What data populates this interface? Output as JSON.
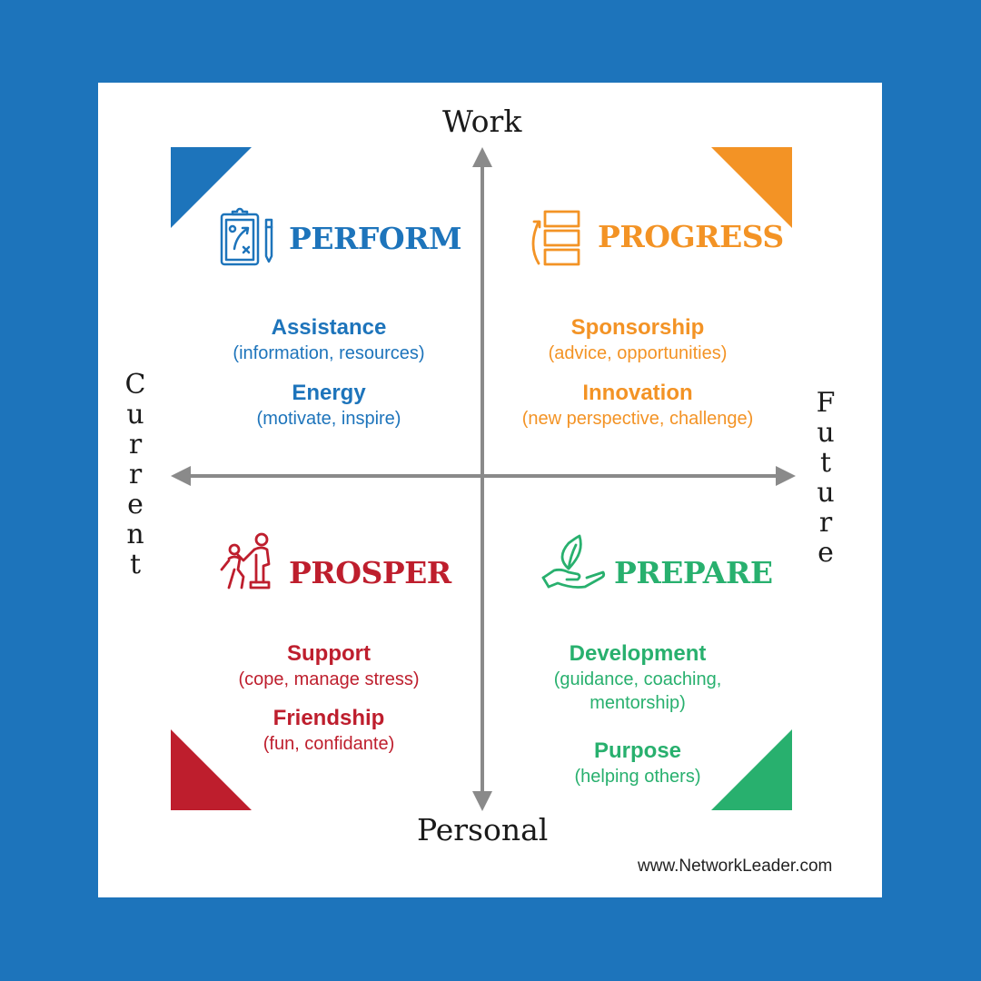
{
  "colors": {
    "background": "#1d74bb",
    "panel": "#ffffff",
    "axis": "#8a8a8a",
    "perform": "#1d74bb",
    "progress": "#f39325",
    "prosper": "#be1e2d",
    "prepare": "#28b06e"
  },
  "axes": {
    "top": "Work",
    "bottom": "Personal",
    "left": [
      "C",
      "u",
      "r",
      "r",
      "e",
      "n",
      "t"
    ],
    "right": [
      "F",
      "u",
      "t",
      "u",
      "r",
      "e"
    ]
  },
  "quadrants": {
    "perform": {
      "title": "PERFORM",
      "icon": "clipboard-play-icon",
      "items": [
        {
          "heading": "Assistance",
          "sub": "(information, resources)"
        },
        {
          "heading": "Energy",
          "sub": "(motivate, inspire)"
        }
      ]
    },
    "progress": {
      "title": "PROGRESS",
      "icon": "stacked-blocks-icon",
      "items": [
        {
          "heading": "Sponsorship",
          "sub": "(advice, opportunities)"
        },
        {
          "heading": "Innovation",
          "sub": "(new perspective, challenge)"
        }
      ]
    },
    "prosper": {
      "title": "PROSPER",
      "icon": "helping-hand-icon",
      "items": [
        {
          "heading": "Support",
          "sub": "(cope, manage stress)"
        },
        {
          "heading": "Friendship",
          "sub": "(fun, confidante)"
        }
      ]
    },
    "prepare": {
      "title": "PREPARE",
      "icon": "hand-sprout-icon",
      "items": [
        {
          "heading": "Development",
          "sub": "(guidance, coaching,",
          "sub2": "mentorship)"
        },
        {
          "heading": "Purpose",
          "sub": "(helping others)"
        }
      ]
    }
  },
  "footer": "www.NetworkLeader.com"
}
